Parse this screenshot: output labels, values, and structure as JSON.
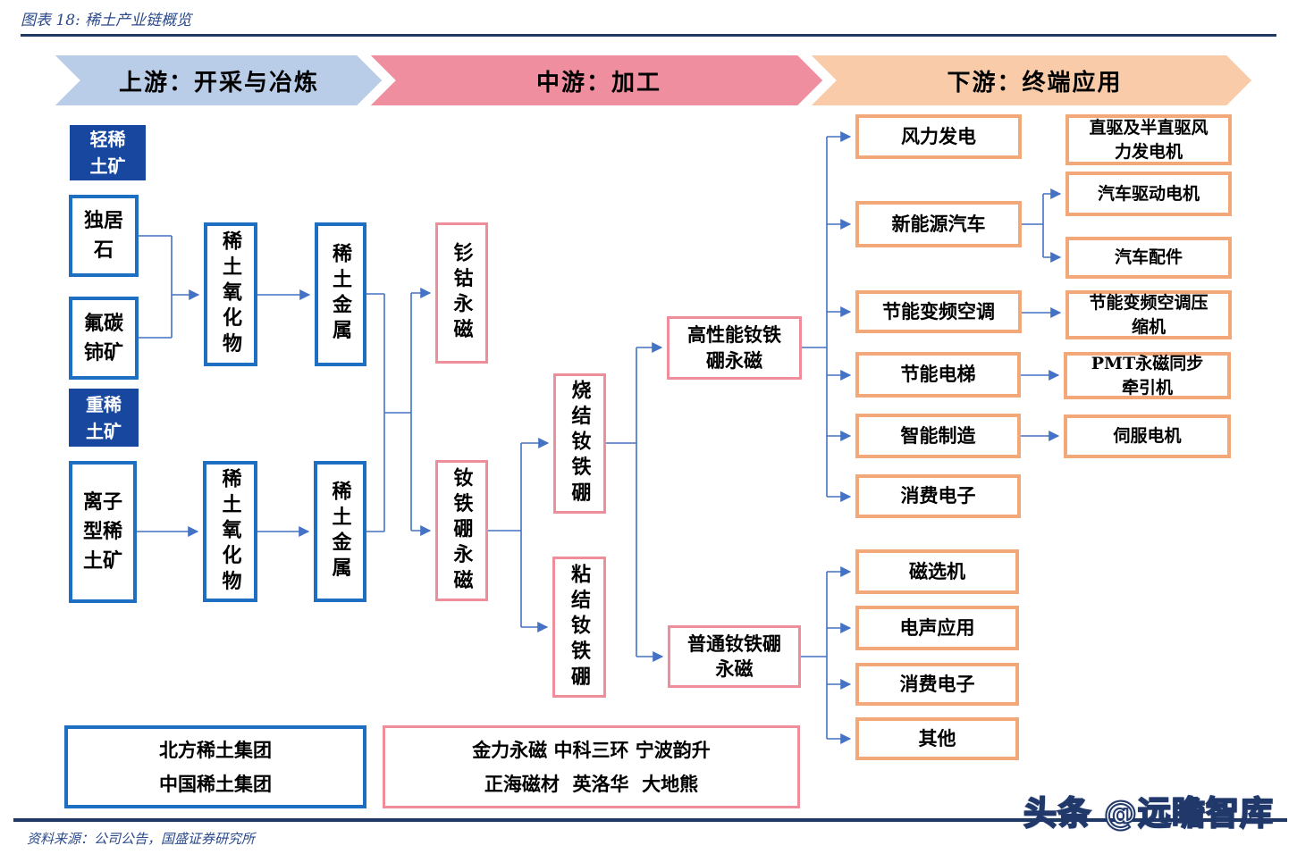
{
  "title": "图表 18: 稀土产业链概览",
  "banners": {
    "upstream": "上游：开采与冶炼",
    "midstream": "中游：加工",
    "downstream": "下游：终端应用"
  },
  "upstream": {
    "light_ore_tag": "轻稀土矿",
    "heavy_ore_tag": "重稀土矿",
    "monazite": "独居石",
    "bastnaesite": "氟碳铈矿",
    "ionic_clay_ore": "离子型稀土矿",
    "oxide_light": "稀土氧化物",
    "metal_light": "稀土金属",
    "oxide_heavy": "稀土氧化物",
    "metal_heavy": "稀土金属",
    "companies_line1": "北方稀土集团",
    "companies_line2": "中国稀土集团"
  },
  "midstream": {
    "smco_magnet": "钐钴永磁",
    "ndfeb_magnet": "钕铁硼永磁",
    "sintered_ndfeb": "烧结钕铁硼",
    "bonded_ndfeb": "粘结钕铁硼",
    "high_performance_ndfeb": "高性能钕铁硼永磁",
    "ordinary_ndfeb": "普通钕铁硼永磁",
    "companies_line1": "金力永磁 中科三环 宁波韵升",
    "companies_line2": "正海磁材  英洛华  大地熊"
  },
  "downstream": {
    "high_perf_apps": [
      "风力发电",
      "新能源汽车",
      "节能变频空调",
      "节能电梯",
      "智能制造",
      "消费电子"
    ],
    "ordinary_apps": [
      "磁选机",
      "电声应用",
      "消费电子",
      "其他"
    ],
    "end_products": [
      "直驱及半直驱风力发电机",
      "汽车驱动电机",
      "汽车配件",
      "节能变频空调压缩机",
      "PMT永磁同步牵引机",
      "伺服电机"
    ]
  },
  "footer": {
    "source": "资料来源：公司公告，国盛证券研究所",
    "watermark": "头条 @远瞻智库"
  },
  "colors": {
    "banner_blue": "#b9cce8",
    "banner_pink": "#ef8e9e",
    "banner_peach": "#f9cba8",
    "navy": "#1f3864",
    "blue_border": "#1e6ec2",
    "pink_border": "#ef8e9b",
    "orange_border": "#f2a878",
    "connector": "#4472c4"
  }
}
